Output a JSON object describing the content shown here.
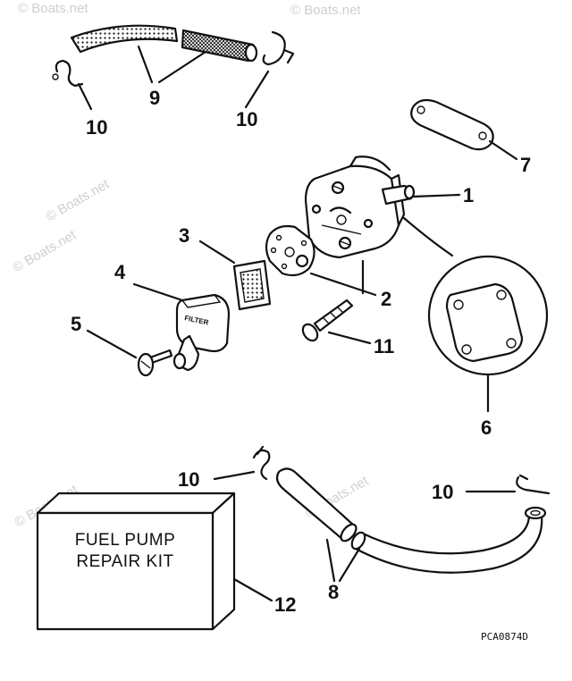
{
  "callouts": {
    "c1": "1",
    "c2": "2",
    "c3": "3",
    "c4": "4",
    "c5": "5",
    "c6": "6",
    "c7": "7",
    "c8": "8",
    "c9": "9",
    "c10a": "10",
    "c10b": "10",
    "c10c": "10",
    "c10d": "10",
    "c11": "11",
    "c12": "12"
  },
  "kit": {
    "line1": "FUEL PUMP",
    "line2": "REPAIR KIT"
  },
  "filter_text": "FILTER",
  "diagram_code": "PCA0874D",
  "watermark": "© Boats.net",
  "colors": {
    "ink": "#111111",
    "paper": "#ffffff",
    "watermark": "#cfcfcf"
  }
}
